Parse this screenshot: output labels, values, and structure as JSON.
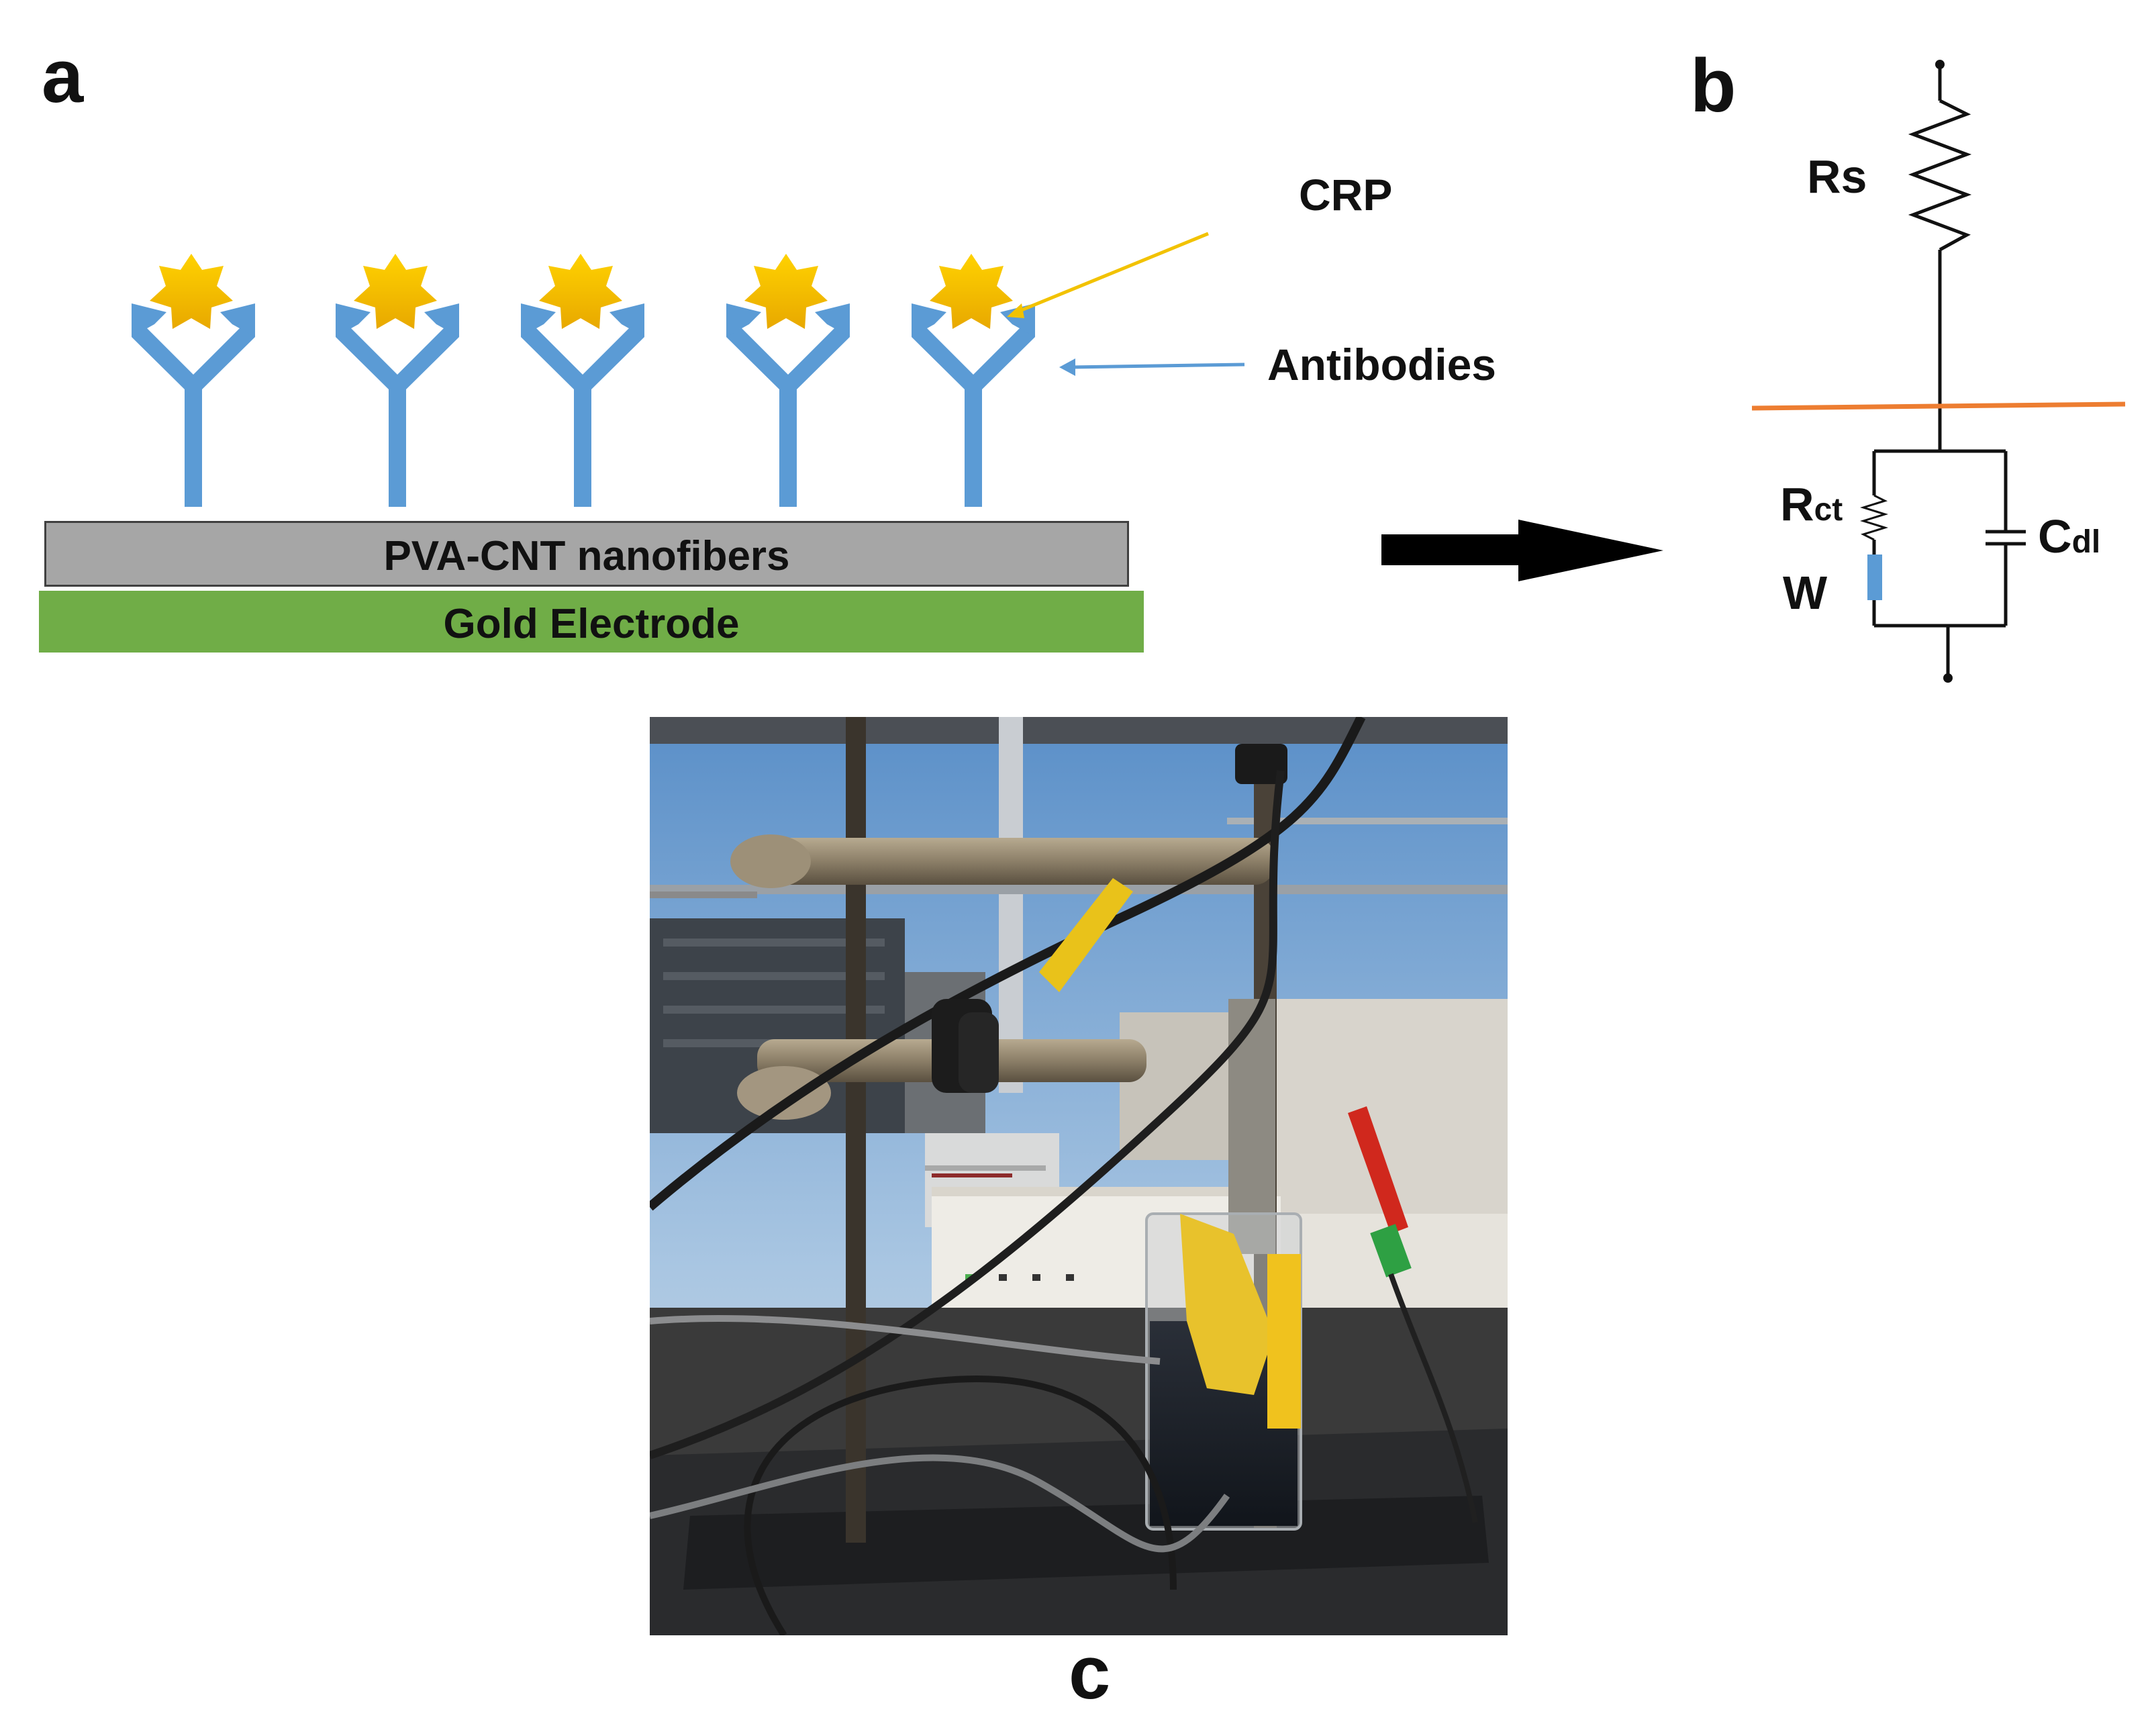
{
  "panel_a": {
    "label": "a",
    "crp_label": "CRP",
    "antibodies_label": "Antibodies",
    "layer_top": "PVA-CNT nanofibers",
    "layer_bottom": "Gold Electrode",
    "colors": {
      "antigen": "#f2c200",
      "antibody": "#5b9bd5",
      "nanofiber_layer": "#a6a6a6",
      "gold_layer": "#70ad47",
      "crp_pointer": "#f2c200",
      "antibody_pointer": "#5b9bd5"
    }
  },
  "panel_b": {
    "label": "b",
    "rs_label": "Rs",
    "rct_main": "R",
    "rct_sub": "ct",
    "cdl_main": "C",
    "cdl_sub": "dl",
    "w_label": "W",
    "colors": {
      "divider": "#ed7d31",
      "warburg": "#5b9bd5"
    }
  },
  "panel_c": {
    "label": "c"
  }
}
